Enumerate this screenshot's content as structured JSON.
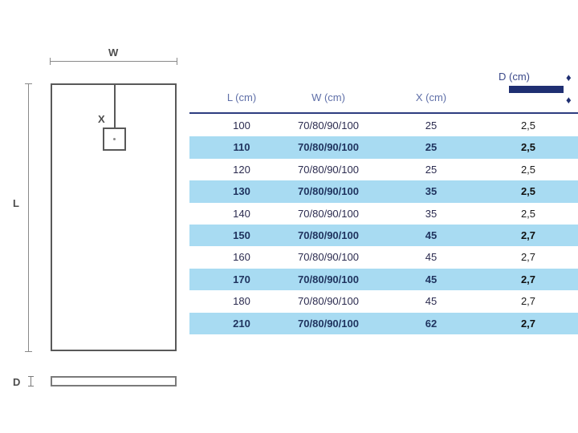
{
  "drawing": {
    "width_label": "W",
    "length_label": "L",
    "drain_offset_label": "X",
    "depth_label": "D",
    "outline_color": "#595959",
    "dimension_color": "#8a8a8a"
  },
  "legend": {
    "depth_header": "D (cm)",
    "arrow_down": "♦",
    "arrow_up": "♦",
    "bar_color": "#1f2f72"
  },
  "table": {
    "columns": [
      "L (cm)",
      "W (cm)",
      "X (cm)",
      "D (cm)"
    ],
    "stripe_color": "#a8dbf2",
    "rule_color": "#2d3d80",
    "header_color": "#5f6fa8",
    "rows": [
      {
        "l": "100",
        "w": "70/80/90/100",
        "x": "25",
        "d": "2,5"
      },
      {
        "l": "110",
        "w": "70/80/90/100",
        "x": "25",
        "d": "2,5"
      },
      {
        "l": "120",
        "w": "70/80/90/100",
        "x": "25",
        "d": "2,5"
      },
      {
        "l": "130",
        "w": "70/80/90/100",
        "x": "35",
        "d": "2,5"
      },
      {
        "l": "140",
        "w": "70/80/90/100",
        "x": "35",
        "d": "2,5"
      },
      {
        "l": "150",
        "w": "70/80/90/100",
        "x": "45",
        "d": "2,7"
      },
      {
        "l": "160",
        "w": "70/80/90/100",
        "x": "45",
        "d": "2,7"
      },
      {
        "l": "170",
        "w": "70/80/90/100",
        "x": "45",
        "d": "2,7"
      },
      {
        "l": "180",
        "w": "70/80/90/100",
        "x": "45",
        "d": "2,7"
      },
      {
        "l": "210",
        "w": "70/80/90/100",
        "x": "62",
        "d": "2,7"
      }
    ]
  }
}
